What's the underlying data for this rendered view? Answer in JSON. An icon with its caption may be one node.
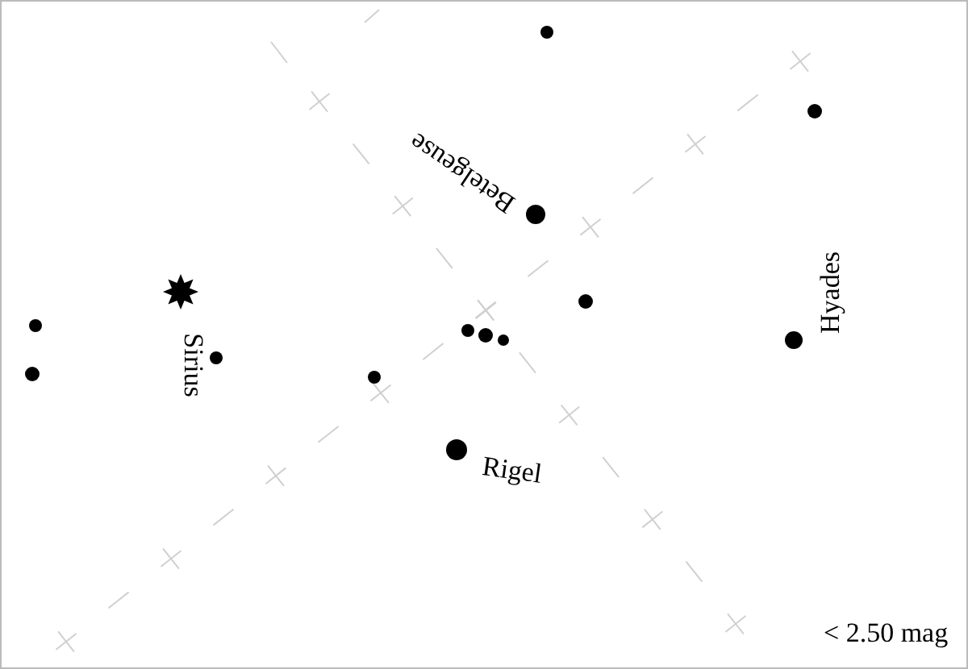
{
  "diagram": {
    "labels": [
      "Betelgeuse",
      "Sirius",
      "Hyades",
      "Rigel",
      "< 2.50 mag"
    ]
  }
}
